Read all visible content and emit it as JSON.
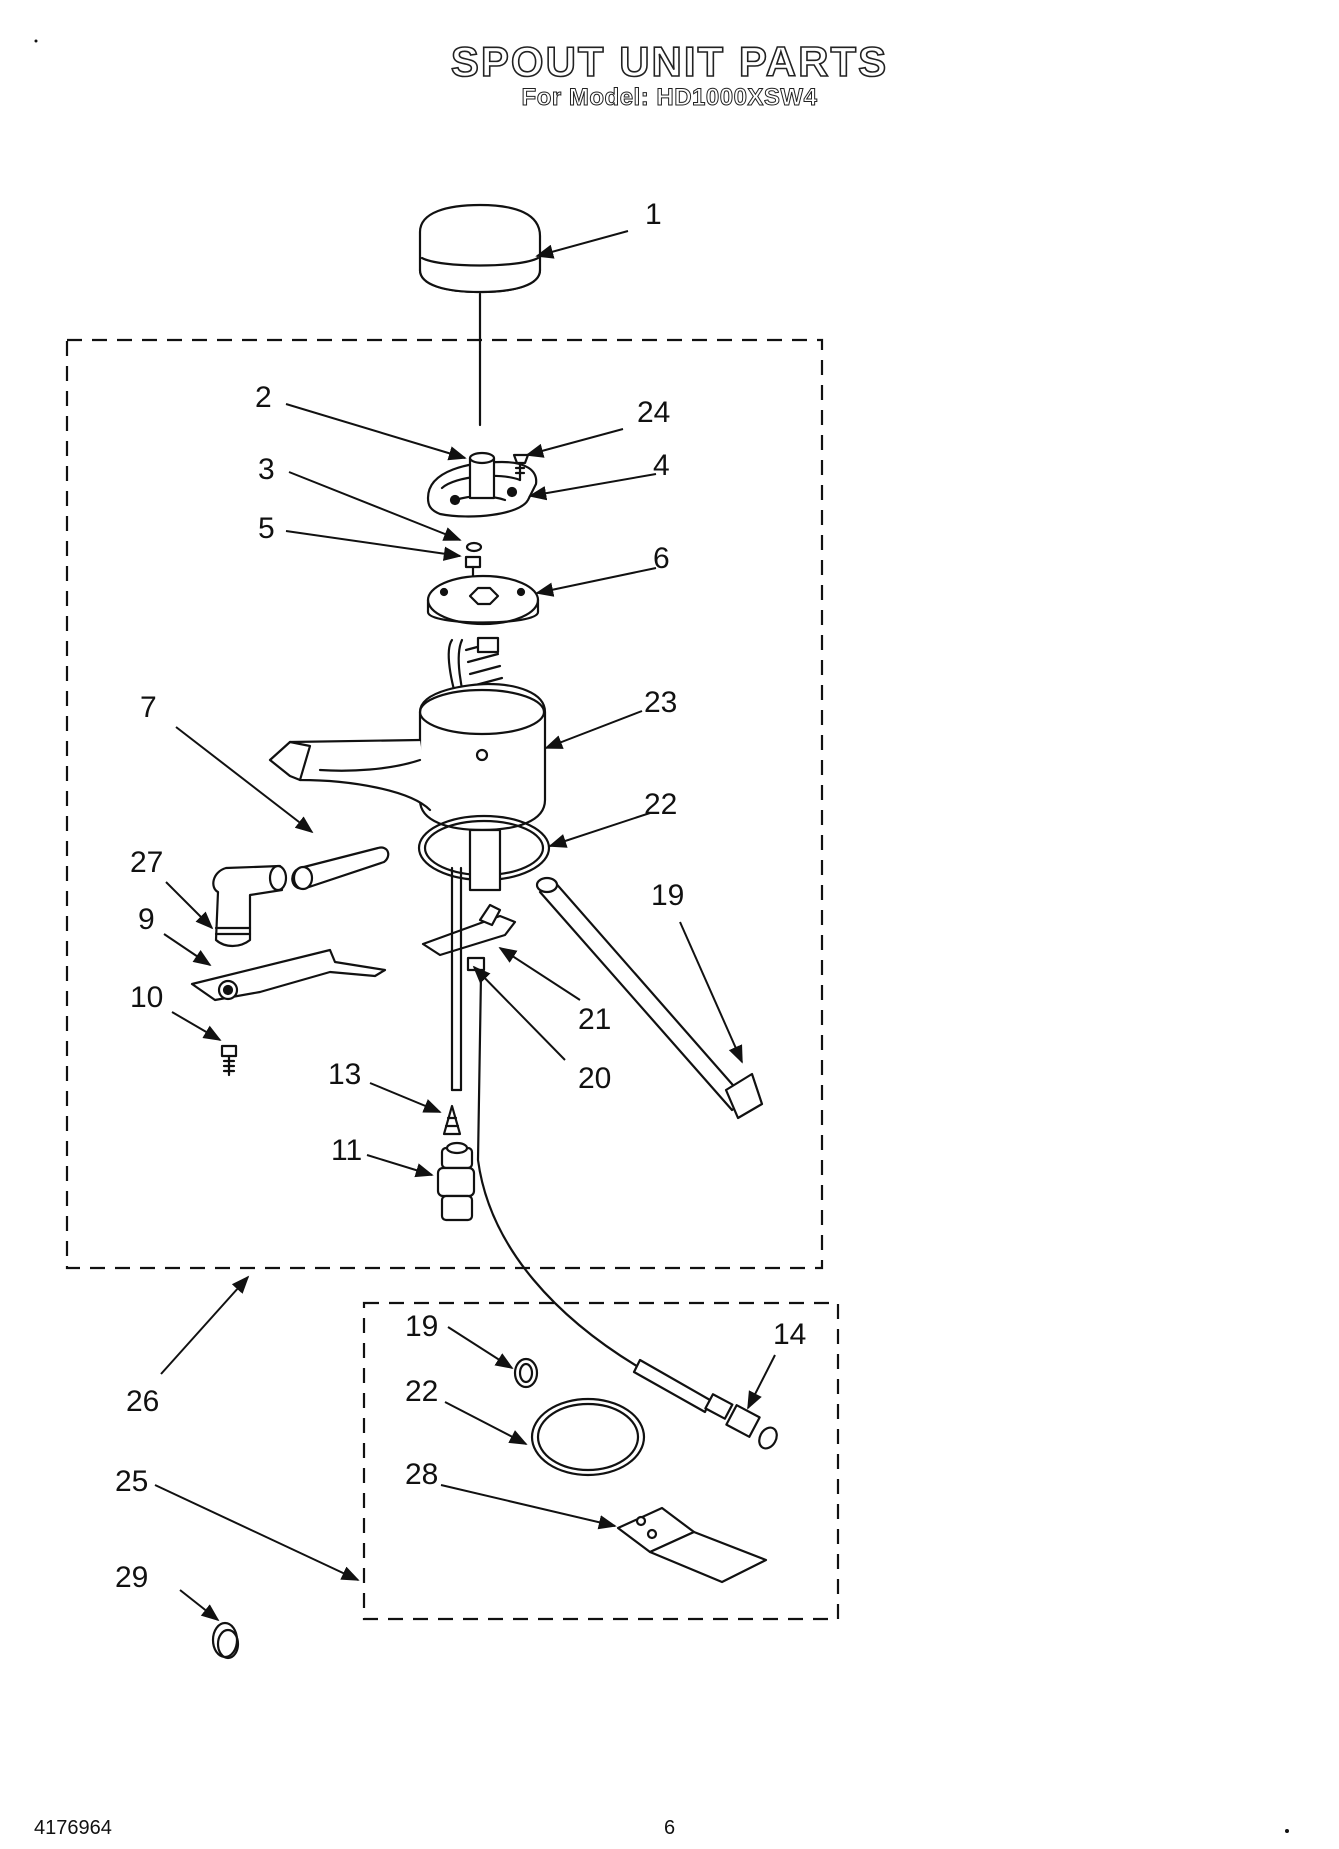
{
  "header": {
    "title": "SPOUT UNIT PARTS",
    "subtitle": "For Model: HD1000XSW4"
  },
  "footer": {
    "doc_number": "4176964",
    "page_number": "6"
  },
  "callouts": {
    "c1": "1",
    "c2": "2",
    "c24": "24",
    "c3": "3",
    "c4": "4",
    "c5": "5",
    "c6": "6",
    "c7": "7",
    "c23": "23",
    "c22": "22",
    "c27": "27",
    "c19": "19",
    "c9": "9",
    "c21": "21",
    "c10": "10",
    "c20": "20",
    "c13": "13",
    "c11": "11",
    "c19b": "19",
    "c14": "14",
    "c26": "26",
    "c22b": "22",
    "c25": "25",
    "c28": "28",
    "c29": "29"
  },
  "colors": {
    "line": "#111111",
    "background": "#ffffff"
  }
}
